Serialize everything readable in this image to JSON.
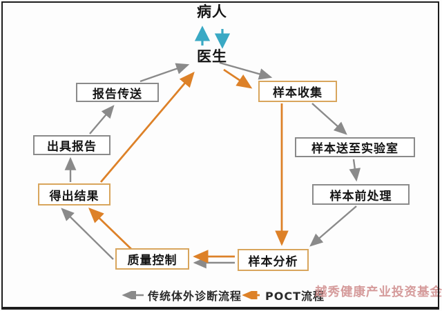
{
  "nodes": {
    "patient": "病人",
    "doctor": "医生",
    "sample_collection": "样本收集",
    "sample_to_lab": "样本送至实验室",
    "sample_pretreatment": "样本前处理",
    "sample_analysis": "样本分析",
    "quality_control": "质量控制",
    "get_result": "得出结果",
    "issue_report": "出具报告",
    "report_delivery": "报告传送"
  },
  "legend": {
    "traditional": "传统体外诊断流程",
    "poct": "POCT流程"
  },
  "watermark": "越秀健康产业投资基金",
  "colors": {
    "traditional_flow_gray": "#8a8a8a",
    "poct_flow_orange": "#dd8128",
    "orange_box_border": "#d8a55c",
    "gray_box_border": "#8a8a8a",
    "patient_doctor_cyan": "#3aa9c4",
    "watermark_red": "#cf8a8a",
    "frame_border": "#1c1c1c"
  }
}
